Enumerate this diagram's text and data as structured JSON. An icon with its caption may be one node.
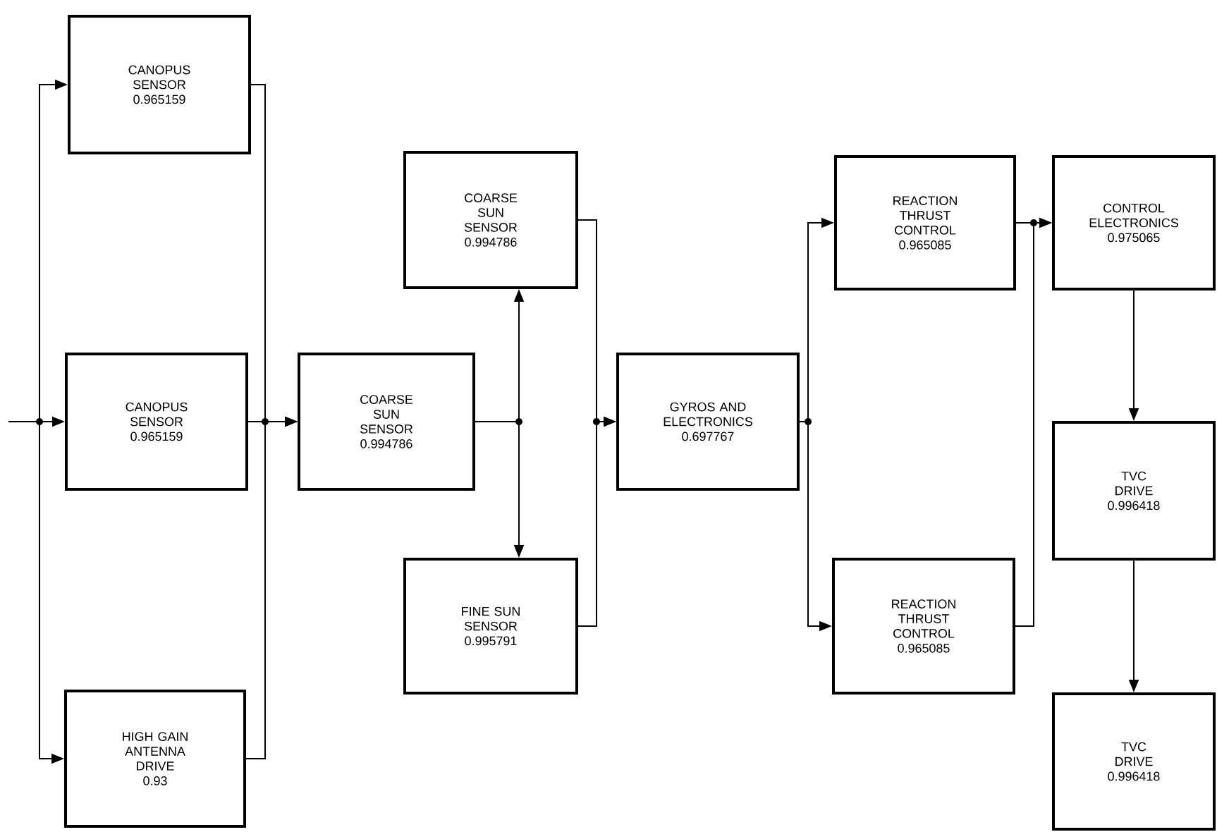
{
  "diagram": {
    "nodes": [
      {
        "text": [
          "CANOPUS SENSOR",
          "0.965159"
        ]
      },
      {
        "text": [
          "CANOPUS SENSOR",
          "0.965159"
        ]
      },
      {
        "text": [
          "HIGH GAIN ANTENNA DRIVE",
          "0.93"
        ]
      },
      {
        "text": [
          "COARSE SUN SENSOR",
          "0.994786"
        ]
      },
      {
        "text": [
          "COARSE SUN SENSOR",
          "0.994786"
        ]
      },
      {
        "text": [
          "FINE SUN SENSOR",
          "0.995791"
        ]
      },
      {
        "text": [
          "GYROS AND ELECTRONICS",
          "0.697767"
        ]
      },
      {
        "text": [
          "REACTION THRUST CONTROL",
          "0.965085"
        ]
      },
      {
        "text": [
          "REACTION THRUST CONTROL",
          "0.965085"
        ]
      },
      {
        "text": [
          "CONTROL ELECTRONICS",
          "0.975065"
        ]
      },
      {
        "text": [
          "TVC DRIVE",
          "0.996418"
        ]
      },
      {
        "text": [
          "TVC DRIVE",
          "0.996418"
        ]
      }
    ],
    "edges": [
      {
        "from": null,
        "to": 0,
        "arrow": "to"
      },
      {
        "from": null,
        "to": 1,
        "arrow": "to"
      },
      {
        "from": null,
        "to": 2,
        "arrow": "to"
      },
      {
        "from": 0,
        "to": 3,
        "arrow": "to"
      },
      {
        "from": 1,
        "to": 3,
        "arrow": "to"
      },
      {
        "from": 2,
        "to": 3,
        "arrow": "to"
      },
      {
        "from": 3,
        "to": 4,
        "arrow": "to"
      },
      {
        "from": 3,
        "to": 5,
        "arrow": "to"
      },
      {
        "from": 4,
        "to": 6,
        "arrow": "to"
      },
      {
        "from": 5,
        "to": 6,
        "arrow": "to"
      },
      {
        "from": 6,
        "to": 7,
        "arrow": "to"
      },
      {
        "from": 6,
        "to": 8,
        "arrow": "to"
      },
      {
        "from": 7,
        "to": 9,
        "arrow": "to"
      },
      {
        "from": 8,
        "to": 9,
        "arrow": "to"
      },
      {
        "from": 9,
        "to": 10,
        "arrow": "to"
      },
      {
        "from": 10,
        "to": 11,
        "arrow": "to"
      }
    ]
  }
}
